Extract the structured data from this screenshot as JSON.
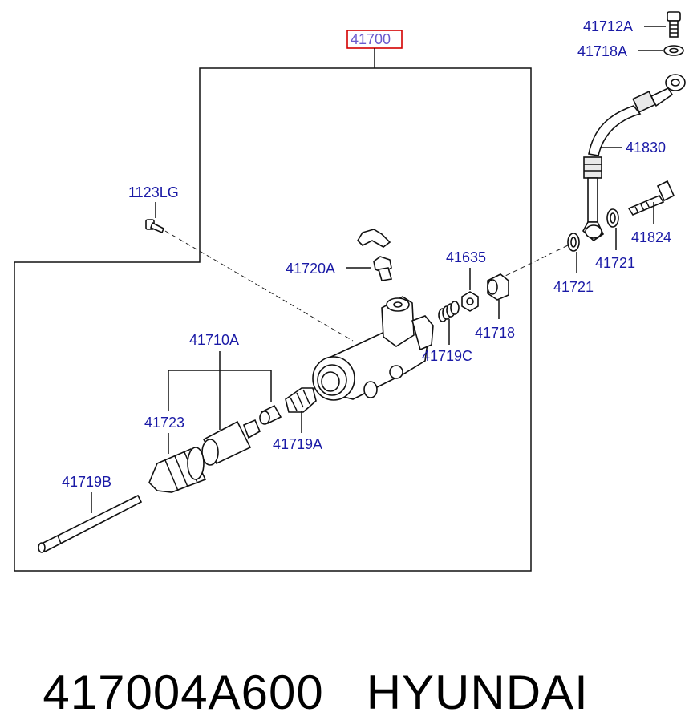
{
  "diagram": {
    "callouts": {
      "assembly": "41700",
      "bolt_top": "41712A",
      "washer_top": "41718A",
      "hose": "41830",
      "screw_small": "1123LG",
      "eye_bolt": "41824",
      "gasket_right": "41721",
      "gasket_left": "41721",
      "bleeder": "41720A",
      "spring_seat": "41635",
      "cap": "41718",
      "spring": "41719C",
      "kit": "41710A",
      "cup_kit": "41723",
      "boot": "41719A",
      "push_rod": "41719B"
    }
  },
  "footer": {
    "part_number": "417004A600",
    "brand": "HYUNDAI"
  }
}
